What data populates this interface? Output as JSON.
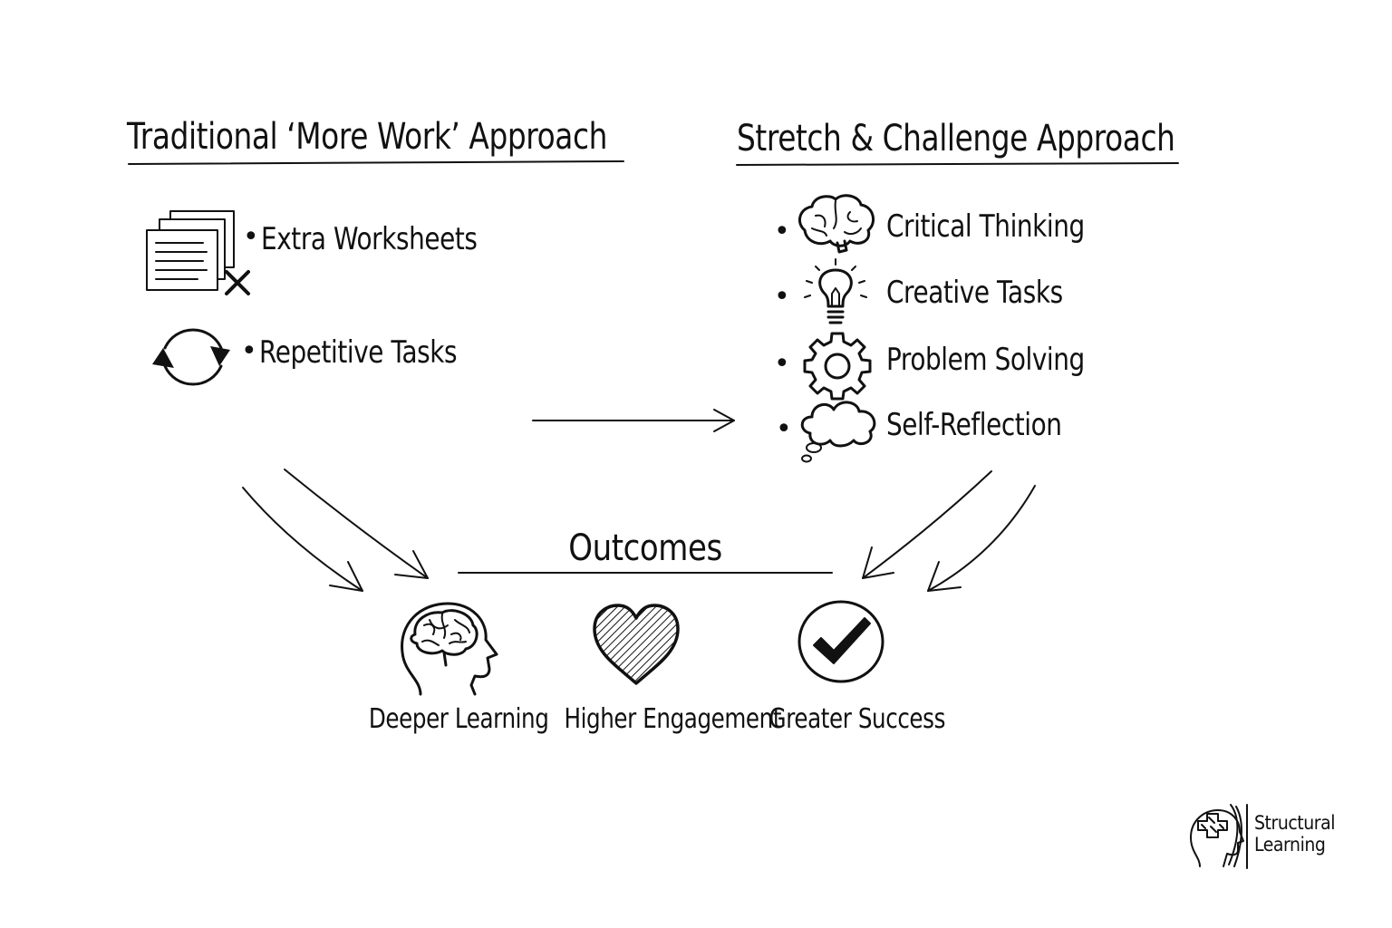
{
  "left_section": {
    "title": "Traditional ‘More Work’ Approach",
    "items": [
      {
        "label": "Extra Worksheets",
        "icon": "worksheets-crossed-icon"
      },
      {
        "label": "Repetitive Tasks",
        "icon": "cycle-arrows-icon"
      }
    ]
  },
  "right_section": {
    "title": "Stretch & Challenge Approach",
    "items": [
      {
        "label": "Critical Thinking",
        "icon": "brain-icon"
      },
      {
        "label": "Creative Tasks",
        "icon": "lightbulb-icon"
      },
      {
        "label": "Problem Solving",
        "icon": "gear-icon"
      },
      {
        "label": "Self-Reflection",
        "icon": "thought-cloud-icon"
      }
    ]
  },
  "outcomes": {
    "title": "Outcomes",
    "items": [
      {
        "label": "Deeper Learning",
        "icon": "head-brain-icon"
      },
      {
        "label": "Higher Engagement",
        "icon": "heart-icon"
      },
      {
        "label": "Greater Success",
        "icon": "checkmark-circle-icon"
      }
    ]
  },
  "logo": {
    "line1": "Structural",
    "line2": "Learning",
    "icon": "head-puzzle-logo-icon"
  },
  "colors": {
    "ink": "#111111",
    "background": "#ffffff"
  }
}
